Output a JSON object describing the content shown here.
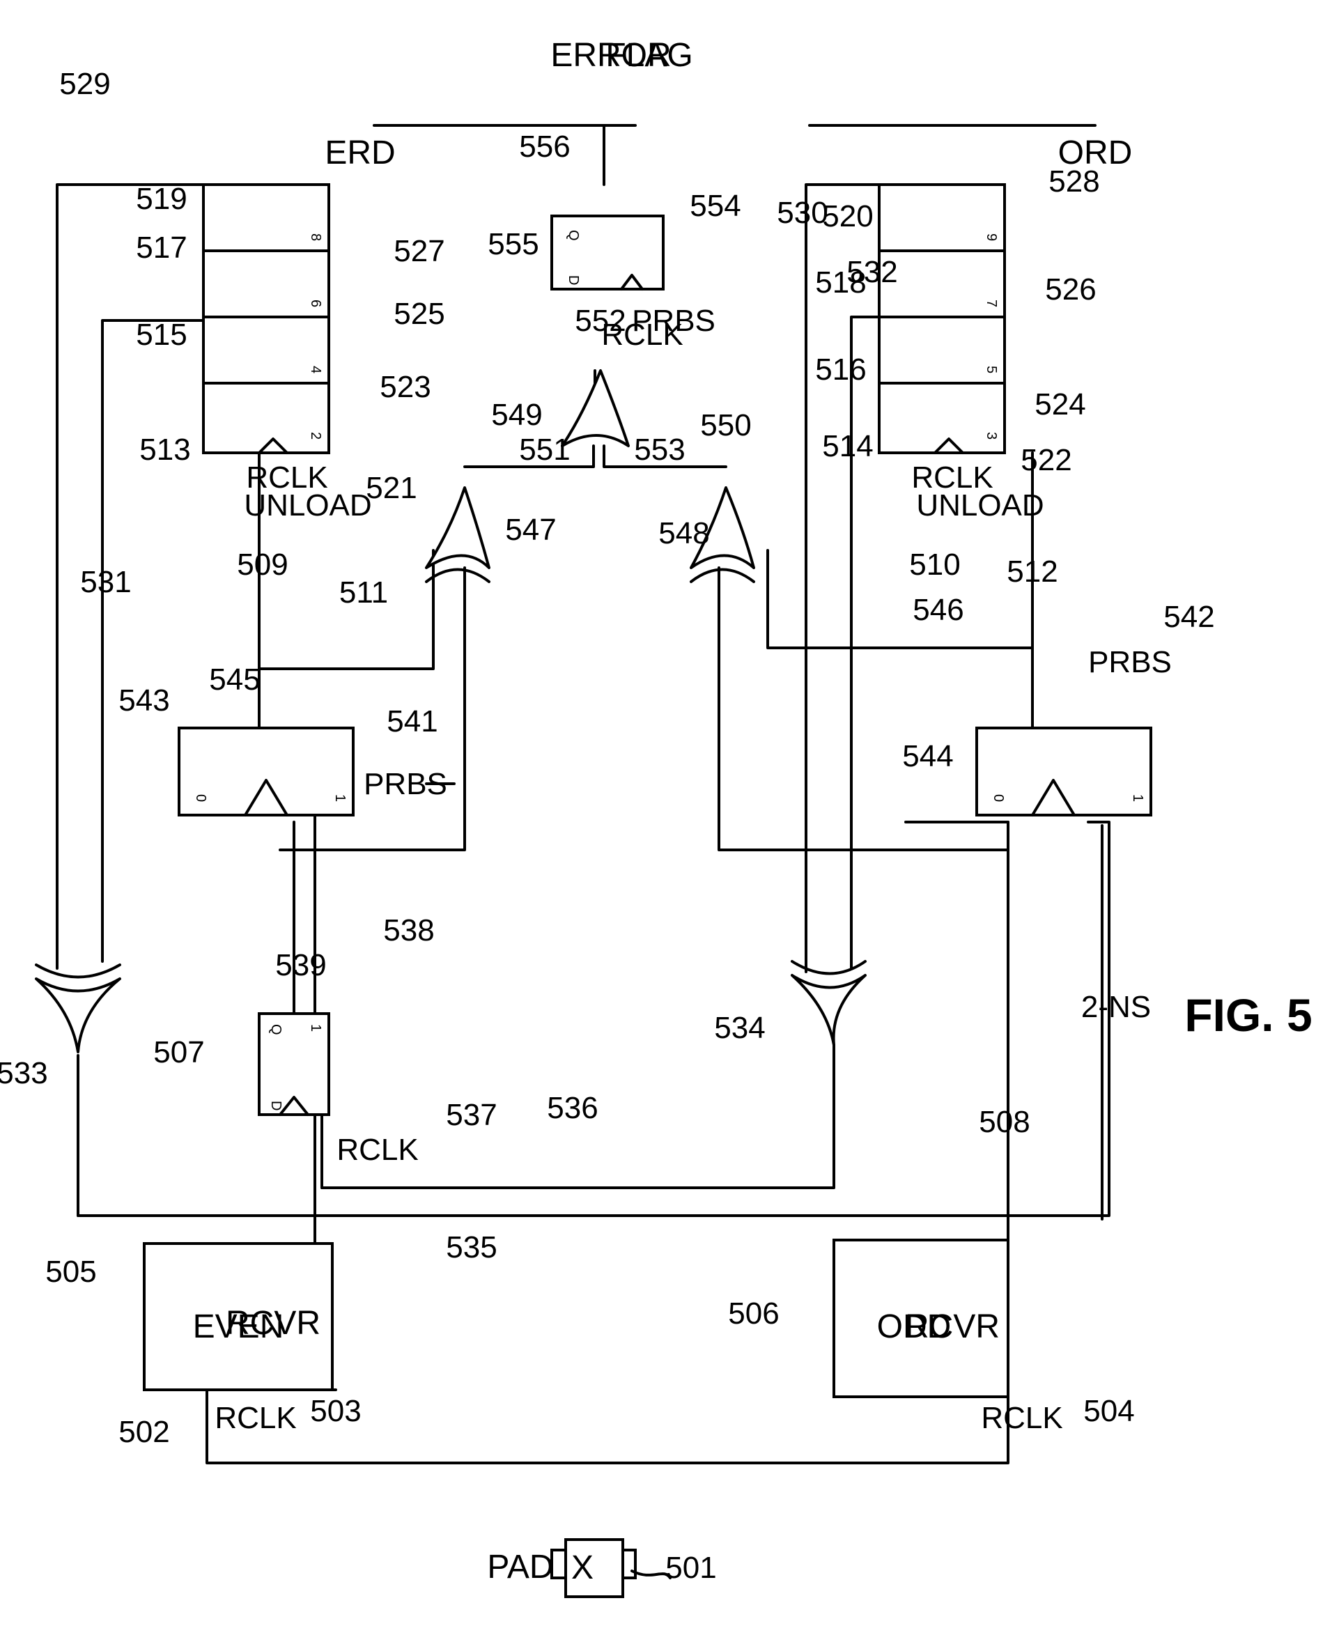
{
  "figure": {
    "label": "FIG. 5"
  },
  "pad": {
    "label": "PAD",
    "symbol": "X"
  },
  "receivers": {
    "even_line1": "EVEN",
    "even_line2": "RCVR",
    "odd_line1": "ODD",
    "odd_line2": "RCVR"
  },
  "signals": {
    "rclk": "RCLK",
    "unload": "UNLOAD",
    "prbs": "PRBS",
    "erd": "ERD",
    "ord": "ORD",
    "error_line1": "ERROR",
    "error_line2": "FLAG",
    "two_ns": "2-NS"
  },
  "flipflop_pins": {
    "d": "D",
    "q": "Q",
    "zero": "0",
    "one": "1"
  },
  "register_indices": {
    "even": [
      "2",
      "4",
      "6",
      "8"
    ],
    "odd": [
      "3",
      "5",
      "7",
      "9"
    ],
    "delay": "1"
  },
  "refs": {
    "r501": "501",
    "r502": "502",
    "r503": "503",
    "r504": "504",
    "r505": "505",
    "r506": "506",
    "r507": "507",
    "r508": "508",
    "r509": "509",
    "r510": "510",
    "r511": "511",
    "r512": "512",
    "r513": "513",
    "r514": "514",
    "r515": "515",
    "r516": "516",
    "r517": "517",
    "r518": "518",
    "r519": "519",
    "r520": "520",
    "r521": "521",
    "r522": "522",
    "r523": "523",
    "r524": "524",
    "r525": "525",
    "r526": "526",
    "r527": "527",
    "r528": "528",
    "r529": "529",
    "r530": "530",
    "r531": "531",
    "r532": "532",
    "r533": "533",
    "r534": "534",
    "r535": "535",
    "r536": "536",
    "r537": "537",
    "r538": "538",
    "r539": "539",
    "r541": "541",
    "r542": "542",
    "r543": "543",
    "r544": "544",
    "r545": "545",
    "r546": "546",
    "r547": "547",
    "r548": "548",
    "r549": "549",
    "r550": "550",
    "r551": "551",
    "r552": "552",
    "r553": "553",
    "r554": "554",
    "r555": "555",
    "r556": "556"
  }
}
